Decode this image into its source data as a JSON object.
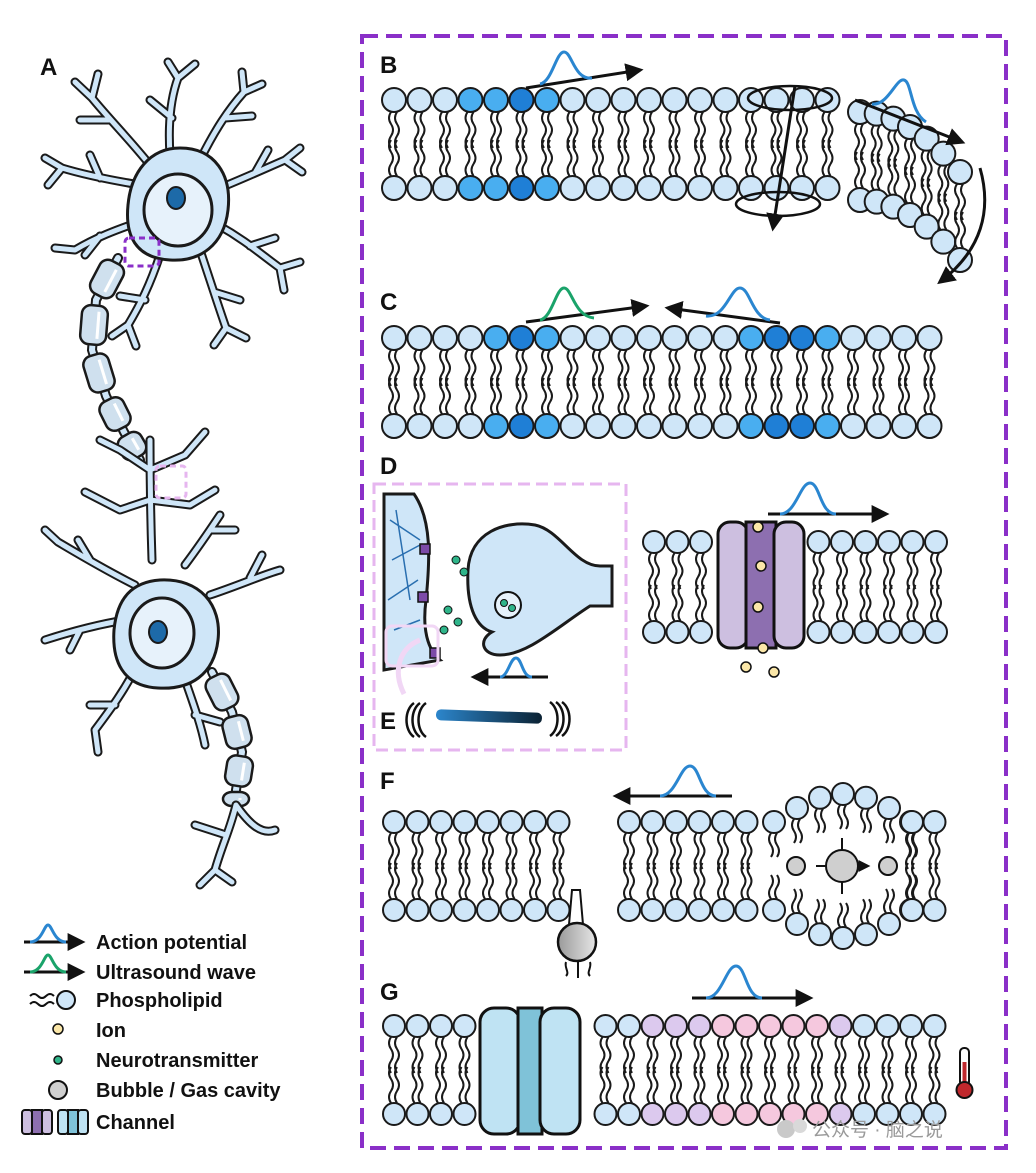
{
  "panels": {
    "a": "A",
    "b": "B",
    "c": "C",
    "d": "D",
    "e": "E",
    "f": "F",
    "g": "G"
  },
  "legend": {
    "action_potential": "Action potential",
    "ultrasound_wave": "Ultrasound wave",
    "phospholipid": "Phospholipid",
    "ion": "Ion",
    "neurotransmitter": "Neurotransmitter",
    "bubble": "Bubble / Gas cavity",
    "channel": "Channel"
  },
  "watermark": "公众号 · 脑之说",
  "colors": {
    "membrane_fill": "#cfe6f8",
    "membrane_stroke": "#1a1a1a",
    "highlight_mid": "#49aef0",
    "highlight_dark": "#1f7fd6",
    "action_potential": "#2a86d0",
    "ultrasound": "#1aa36a",
    "panel_border": "#8a2fc8",
    "inset_border": "#e6b6ef",
    "ion": "#fbe7a8",
    "neurotransmitter": "#2fb58a",
    "bubble": "#cfcfcf",
    "channel_purple": "#cdbfe0",
    "channel_blue": "#bfe3f3",
    "thermo_red": "#c0282d",
    "warm_pink": "#f5c8de",
    "warm_lilac": "#dcc9ee"
  }
}
